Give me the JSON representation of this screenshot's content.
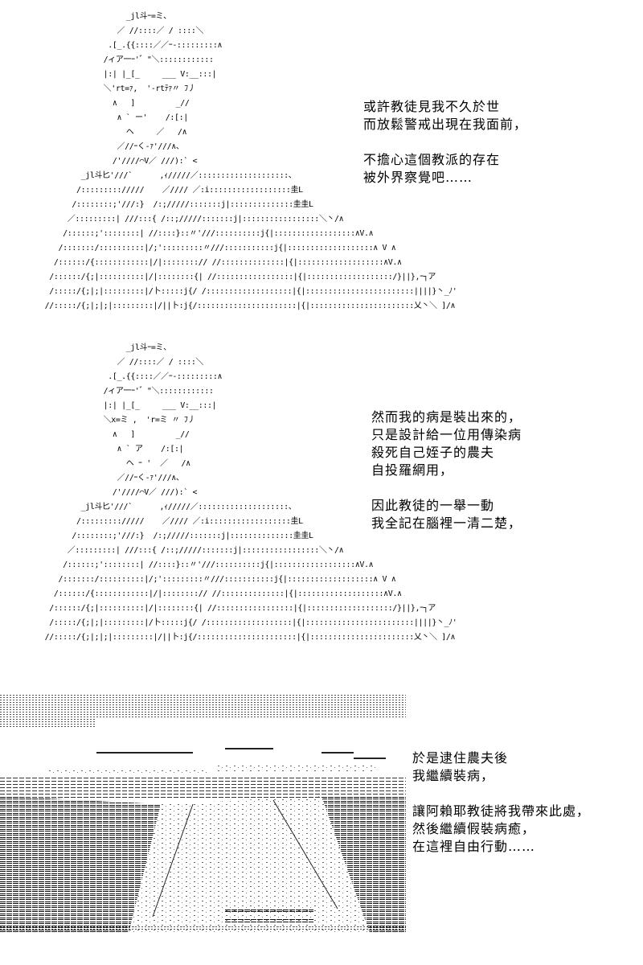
{
  "panels": [
    {
      "dialogue": [
        "或許教徒見我不久於世",
        "而放鬆警戒出現在我面前，",
        "",
        "不擔心這個教派的存在",
        "被外界察覺吧……"
      ]
    },
    {
      "dialogue": [
        "然而我的病是裝出來的，",
        "只是設計給一位用傳染病",
        "殺死自己姪子的農夫",
        "自投羅網用，",
        "",
        "因此教徒的一舉一動",
        "我全記在腦裡一清二楚，"
      ]
    },
    {
      "dialogue": [
        "於是逮住農夫後",
        "我繼續裝病，",
        "",
        "讓阿賴耶教徒將我帶來此處，",
        "然後繼續假裝病癒，",
        "在這裡自由行動……"
      ]
    }
  ],
  "art": {
    "figure_1": "                   _jl斗ｰ=ミ、\n                 ／ //::::／ / ::::＼\n               .[_.{{::::／／ｰ-:::::::::∧\n              /ィア一ｰ'゛\"＼::::::::::::\n              |:| |_[_     ___ V:__:::|\n              ＼'rt=ｧ,  '-rtﾃｧ〃 ﾌ丿\n                ∧   ]         _//\n                 ∧ ` ー'    /:[:|\n                   ヘ     ／   /∧\n                 ／//ｰく-ｧ'///∧、\n                /'////⌒V／ ///):` <\n         _jl斗匕'///`      ,ｨ/////／::::::::::::::::::::、\n        /::::::::://///    ／//// ／:i::::::::::::::::::圭L\n       /::::::::;'///:}  /:;/////:::::::j|::::::::::::::圭圭L\n      ／:::::::::| ///:::{ /::;/////:::::::j|:::::::::::::::::＼丶/∧\n     /::::::;'::::::::| //::::}::〃'///::::::::::j{|::::::::::::::::::∧V.∧\n    /:::::::/::::::::::|/;':::::::::〃///:::::::::::j{|:::::::::::::::::::∧ V ∧\n   /::::::/{::::::::::::|/|::::::::// //::::::::::::::|{|:::::::::::::::::::∧V.∧\n  /::::::/{;|::::::::::|/|::::::::{| //:::::::::::::::::|{|:::::::::::::::::::/}||},ｰ┐ア\n  /:::::/{;|;|:::::::::|/卜:::::j{/ /:::::::::::::::::::|{|::::::::::::::::::::::::||||}丶_ﾉ'\n //:::::/{;|;|;|:::::::::|/||卜:j{/::::::::::::::::::::::|{|:::::::::::::::::::::::乂丶＼ ]/∧",
    "figure_2": "                   _jl斗ｰ=ミ、\n                 ／ //::::／ / ::::＼\n               .[_.{{::::／／ｰ-:::::::::∧\n              /ィア一ｰ'゛\"＼::::::::::::\n              |:| |_[_     ___ V:__:::|\n              ＼x=ミ ,  'r=ミ 〃 ﾌ丿\n                ∧   ]         _//\n                 ∧ ` ア    /:[:|\n                   ヘ ｰ '  ／   /∧\n                 ／//ｰく-ｧ'///∧、\n                /'////⌒V／ ///):` <\n         _jl斗匕'///`      ,ｨ/////／::::::::::::::::::::、\n        /::::::::://///    ／//// ／:i::::::::::::::::::圭L\n       /::::::::;'///:}  /:;/////:::::::j|::::::::::::::圭圭L\n      ／:::::::::| ///:::{ /::;/////:::::::j|:::::::::::::::::＼丶/∧\n     /::::::;'::::::::| //::::}::〃'///::::::::::j{|::::::::::::::::::∧V.∧\n    /:::::::/::::::::::|/;':::::::::〃///:::::::::::j{|:::::::::::::::::::∧ V ∧\n   /::::::/{::::::::::::|/|::::::::// //::::::::::::::|{|:::::::::::::::::::∧V.∧\n  /::::::/{;|::::::::::|/|::::::::{| //:::::::::::::::::|{|:::::::::::::::::::/}||},ｰ┐ア\n  /:::::/{;|;|:::::::::|/卜:::::j{/ /:::::::::::::::::::|{|::::::::::::::::::::::::||||}丶_ﾉ'\n //:::::/{;|;|;|:::::::::|/||卜:j{/::::::::::::::::::::::|{|:::::::::::::::::::::::乂丶＼ ]/∧"
  },
  "colors": {
    "ink": "#000000",
    "paper": "#ffffff",
    "scene_mid": "#888888"
  }
}
